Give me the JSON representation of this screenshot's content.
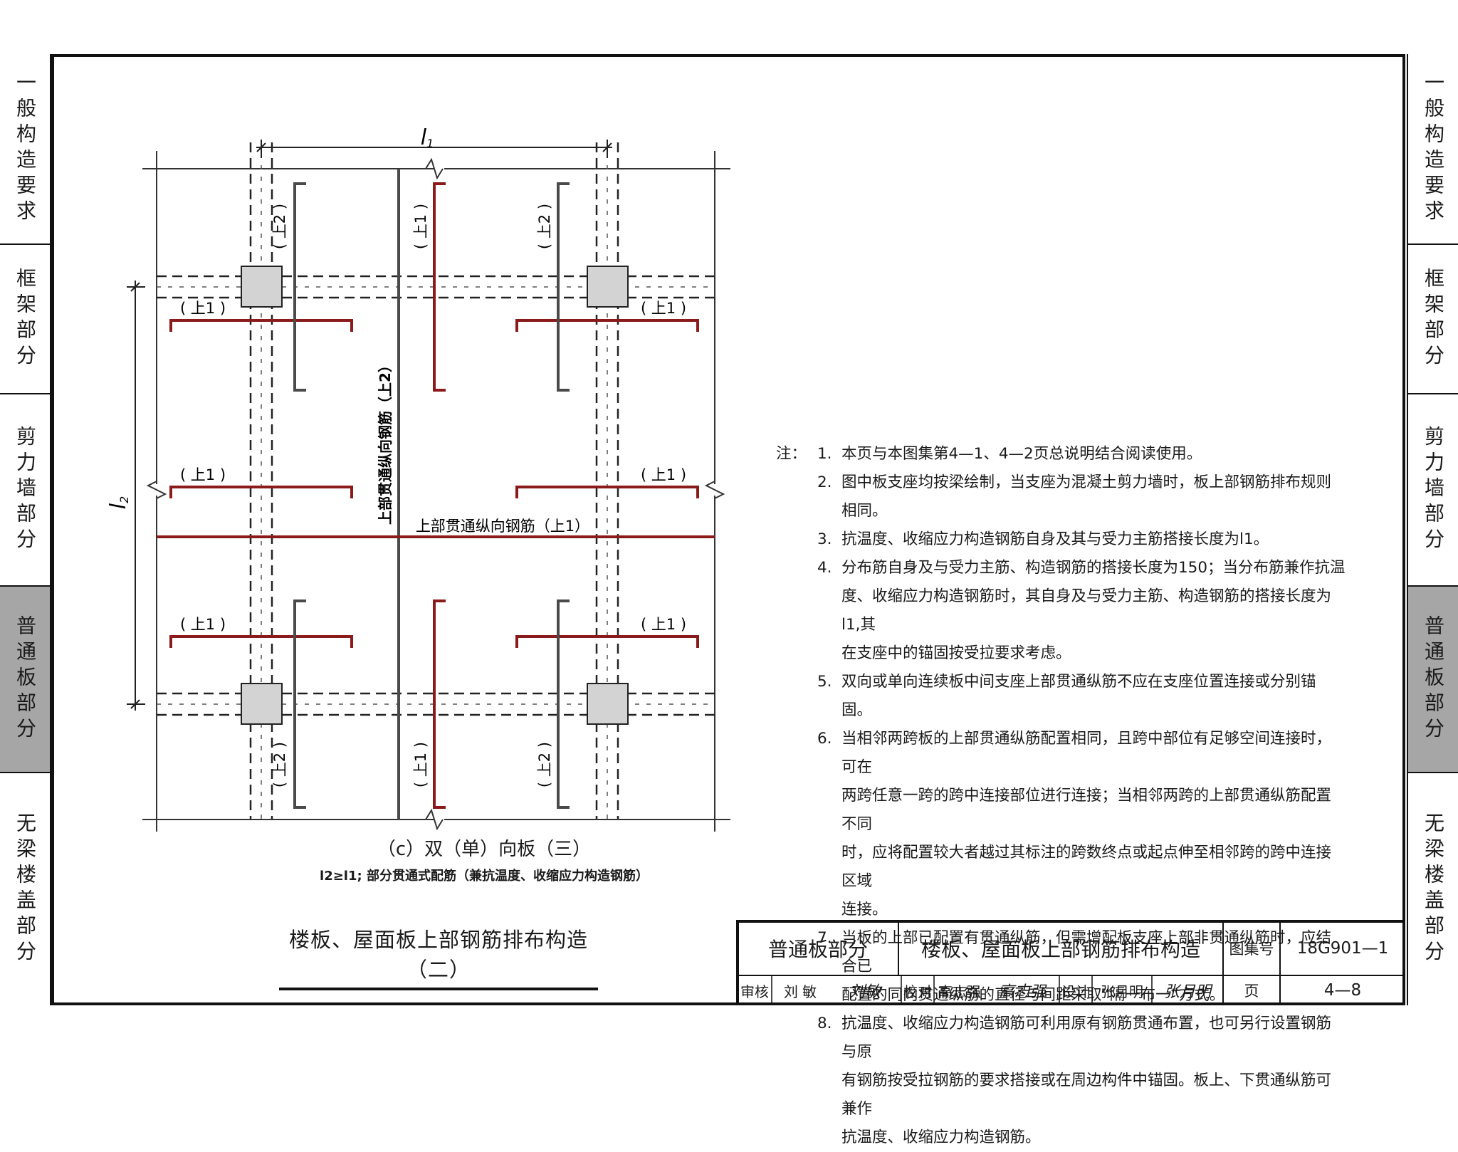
{
  "left_tabs": [
    {
      "label": "一般构造要求",
      "active": false
    },
    {
      "label": "框架部分",
      "active": false
    },
    {
      "label": "剪力墙部分",
      "active": false
    },
    {
      "label": "普通板部分",
      "active": true
    },
    {
      "label": "无梁楼盖部分",
      "active": false
    }
  ],
  "right_tabs": [
    {
      "label": "一般构造要求",
      "active": false
    },
    {
      "label": "框架部分",
      "active": false
    },
    {
      "label": "剪力墙部分",
      "active": false
    },
    {
      "label": "普通板部分",
      "active": true
    },
    {
      "label": "无梁楼盖部分",
      "active": false
    }
  ],
  "drawing": {
    "dim_l1": "l",
    "dim_l1_sub": "1",
    "dim_l2": "l",
    "dim_l2_sub": "2",
    "mark_up1": "( 上1 )",
    "mark_up2": "( 上2 )",
    "vertical_through_label": "上部贯通纵向钢筋（上2）",
    "horizontal_through_label": "上部贯通纵向钢筋（上1）",
    "colors": {
      "rebar_red": "#8b1a1a",
      "rebar_dark": "#4a4a4a",
      "column_fill": "#d3d3d3"
    }
  },
  "figure": {
    "caption": "（c）双（单）向板（三）",
    "subcaption": "l2≥l1; 部分贯通式配筋（兼抗温度、收缩应力构造钢筋）"
  },
  "page_title": "楼板、屋面板上部钢筋排布构造（二）",
  "notes": {
    "lead": "注：",
    "items": [
      {
        "num": "1.",
        "lines": [
          "本页与本图集第4—1、4—2页总说明结合阅读使用。"
        ]
      },
      {
        "num": "2.",
        "lines": [
          "图中板支座均按梁绘制，当支座为混凝土剪力墙时，板上部钢筋排布规则相同。"
        ]
      },
      {
        "num": "3.",
        "lines": [
          "抗温度、收缩应力构造钢筋自身及其与受力主筋搭接长度为l1。"
        ]
      },
      {
        "num": "4.",
        "lines": [
          "分布筋自身及与受力主筋、构造钢筋的搭接长度为150；当分布筋兼作抗温",
          "度、收缩应力构造钢筋时，其自身及与受力主筋、构造钢筋的搭接长度为l1,其",
          "在支座中的锚固按受拉要求考虑。"
        ]
      },
      {
        "num": "5.",
        "lines": [
          "双向或单向连续板中间支座上部贯通纵筋不应在支座位置连接或分别锚固。"
        ]
      },
      {
        "num": "6.",
        "lines": [
          "当相邻两跨板的上部贯通纵筋配置相同，且跨中部位有足够空间连接时，可在",
          "两跨任意一跨的跨中连接部位进行连接；当相邻两跨的上部贯通纵筋配置不同",
          "时，应将配置较大者越过其标注的跨数终点或起点伸至相邻跨的跨中连接区域",
          "连接。"
        ]
      },
      {
        "num": "7.",
        "lines": [
          "当板的上部已配置有贯通纵筋，但需增配板支座上部非贯通纵筋时，应结合已",
          "配置的同向贯通纵筋的直径与间距采取“隔一布一”方式。"
        ]
      },
      {
        "num": "8.",
        "lines": [
          "抗温度、收缩应力构造钢筋可利用原有钢筋贯通布置，也可另行设置钢筋与原",
          "有钢筋按受拉钢筋的要求搭接或在周边构件中锚固。板上、下贯通纵筋可兼作",
          "抗温度、收缩应力构造钢筋。"
        ]
      }
    ]
  },
  "title_block": {
    "section": "普通板部分",
    "drawing_title": "楼板、屋面板上部钢筋排布构造",
    "atlas_label": "图集号",
    "atlas_no": "18G901—1",
    "review_label": "审核",
    "reviewer": "刘 敏",
    "reviewer_sig": "刘敏",
    "check_label": "校对",
    "checker": "高志强",
    "checker_sig": "高志强",
    "design_label": "设计",
    "designer": "张月明",
    "designer_sig": "张月明",
    "page_label": "页",
    "page_no": "4—8"
  }
}
